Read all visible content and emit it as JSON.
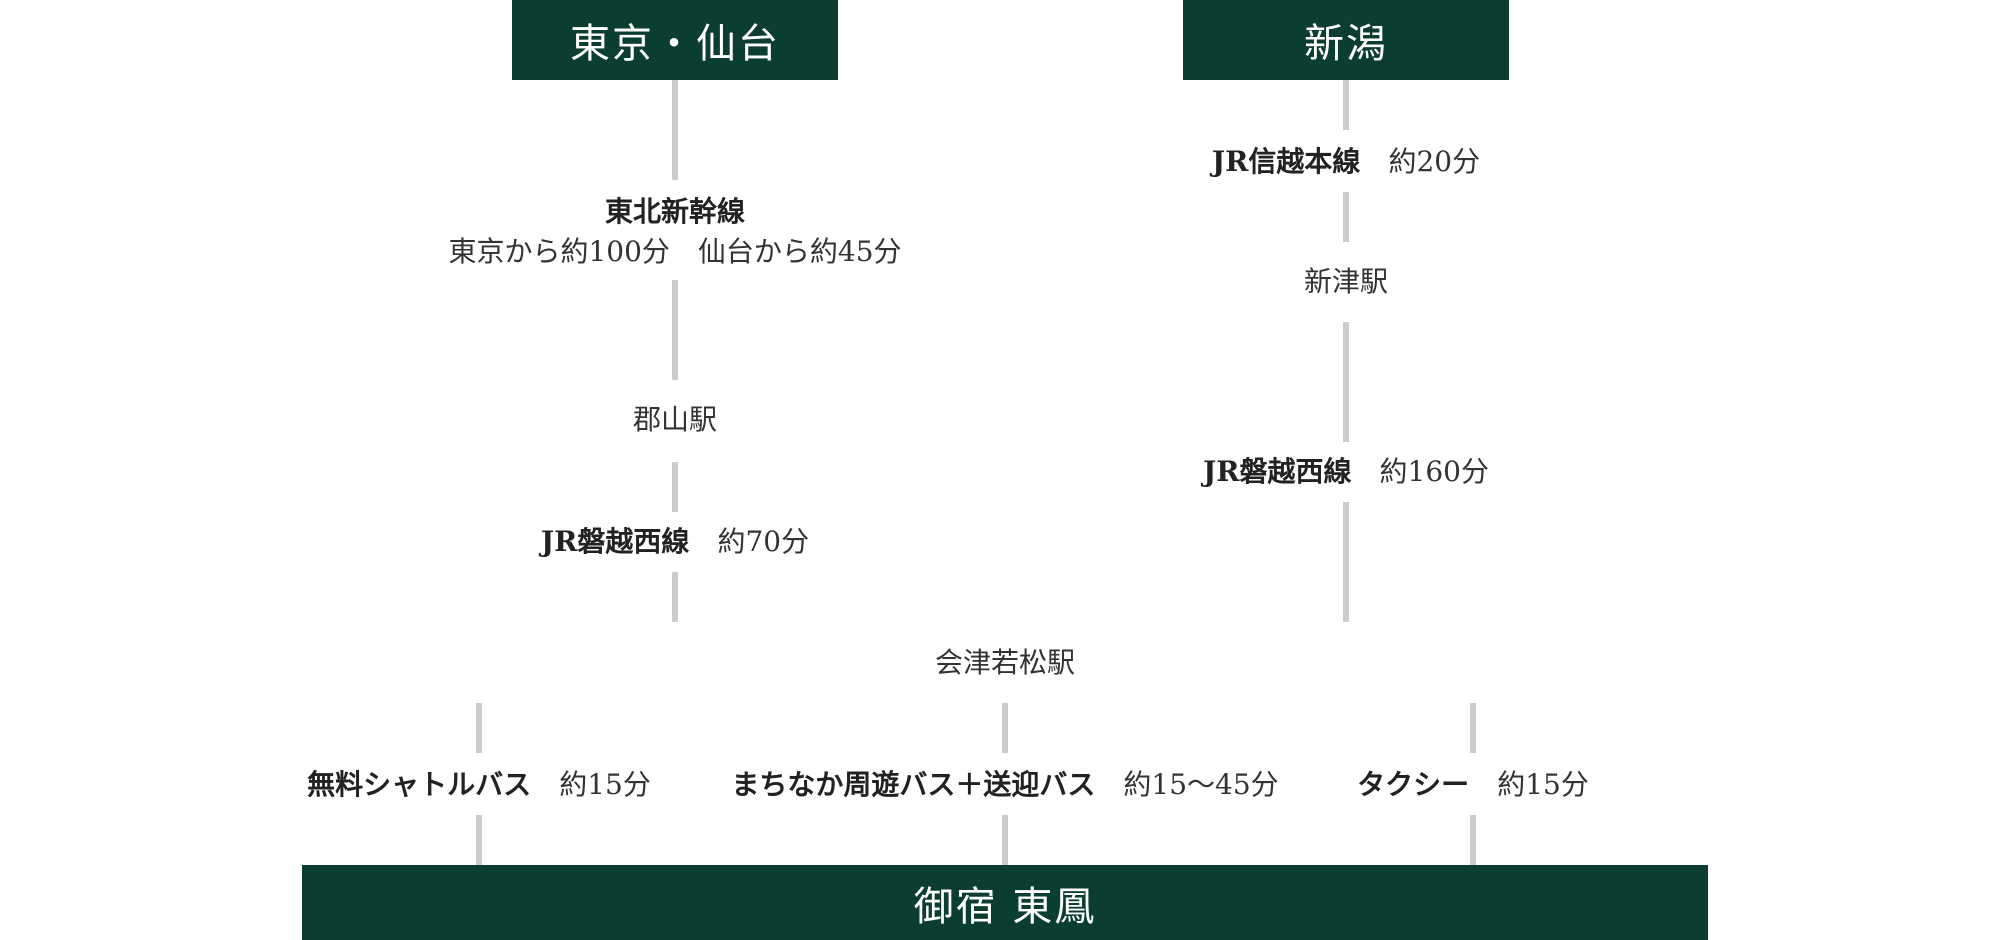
{
  "origins": {
    "tokyo_sendai": "東京・仙台",
    "niigata": "新潟"
  },
  "left_route": {
    "tohoku_line": "東北新幹線",
    "tohoku_time": "東京から約100分　仙台から約45分",
    "koriyama": "郡山駅",
    "banetsu_line": "JR磐越西線",
    "banetsu_time": "約70分"
  },
  "right_route": {
    "shinetsu_line": "JR信越本線",
    "shinetsu_time": "約20分",
    "niitsu": "新津駅",
    "banetsu_line": "JR磐越西線",
    "banetsu_time": "約160分"
  },
  "hub": "会津若松駅",
  "final_legs": {
    "shuttle": "無料シャトルバス",
    "shuttle_time": "約15分",
    "bus": "まちなか周遊バス＋送迎バス",
    "bus_time": "約15〜45分",
    "taxi": "タクシー",
    "taxi_time": "約15分"
  },
  "destination": "御宿 東鳳",
  "colors": {
    "box": "#0b3d31",
    "line": "#cccccc"
  }
}
